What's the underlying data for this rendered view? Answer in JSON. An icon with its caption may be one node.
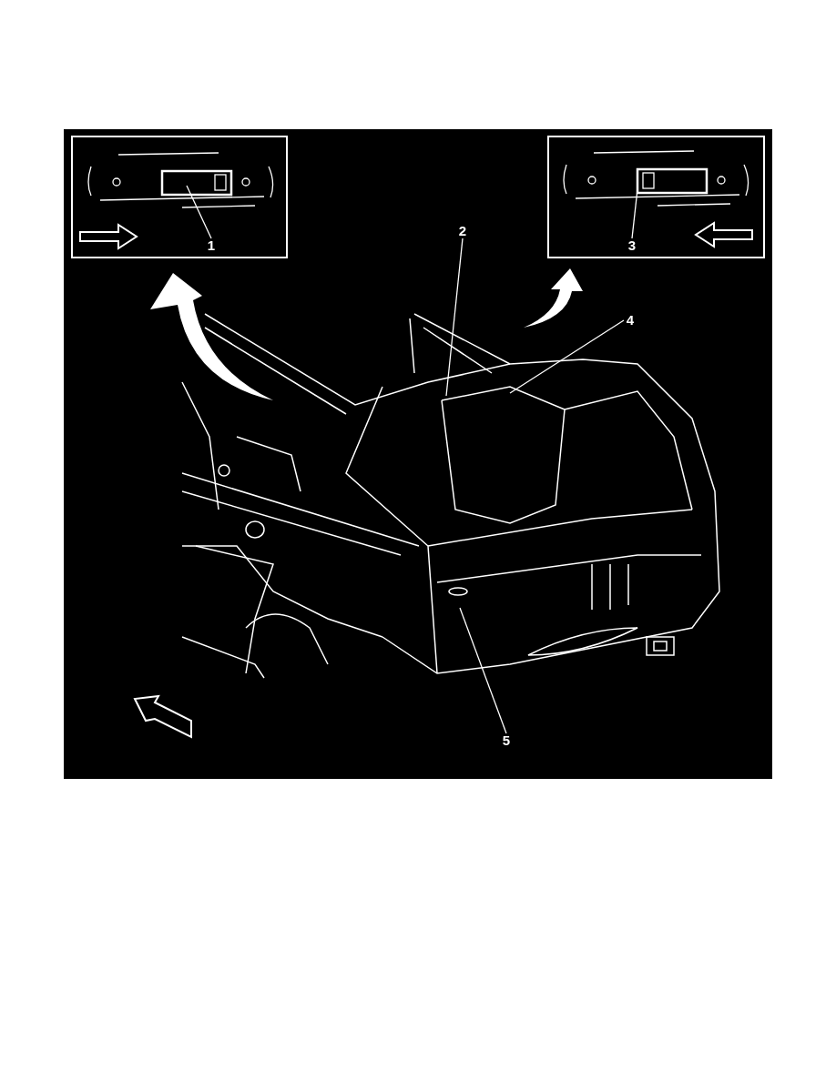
{
  "diagram": {
    "nodes": [
      {
        "text": [],
        "shape": "picture"
      },
      {
        "text": [
          "1"
        ],
        "in": 0
      },
      {
        "text": [],
        "shape": "picture"
      },
      {
        "text": [
          "3"
        ],
        "in": 2
      },
      {
        "text": [
          "2"
        ]
      },
      {
        "text": [
          "4"
        ]
      },
      {
        "text": [
          "5"
        ]
      }
    ],
    "edges": [
      {
        "from": 1,
        "to": null,
        "arrow": "none"
      },
      {
        "from": 3,
        "to": null,
        "arrow": "none"
      },
      {
        "from": 4,
        "to": null,
        "arrow": "none"
      },
      {
        "from": 5,
        "to": null,
        "arrow": "none"
      },
      {
        "from": 6,
        "to": null,
        "arrow": "none"
      }
    ]
  }
}
